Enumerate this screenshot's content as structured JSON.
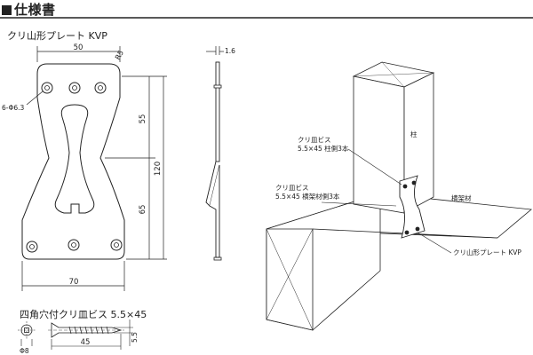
{
  "header": {
    "title": "仕様書"
  },
  "plate": {
    "name": "クリ山形プレート KVP",
    "dim_top_width": "50",
    "dim_bottom_width": "70",
    "dim_upper_height": "55",
    "dim_lower_height": "65",
    "dim_total_height": "120",
    "dim_radius": "R5",
    "dim_holes": "6-Φ6.3",
    "dim_thickness": "1.6"
  },
  "assembly": {
    "label_post": "柱",
    "label_beam": "横架材",
    "label_screw_post_line1": "クリ皿ビス",
    "label_screw_post_line2": "5.5×45  柱側3本",
    "label_screw_beam_line1": "クリ皿ビス",
    "label_screw_beam_line2": "5.5×45  横架材側3本",
    "label_plate": "クリ山形プレート KVP"
  },
  "screw": {
    "title": "四角穴付クリ皿ビス 5.5×45",
    "dim_head": "Φ8",
    "dim_length": "45",
    "dim_diameter": "5.5"
  }
}
